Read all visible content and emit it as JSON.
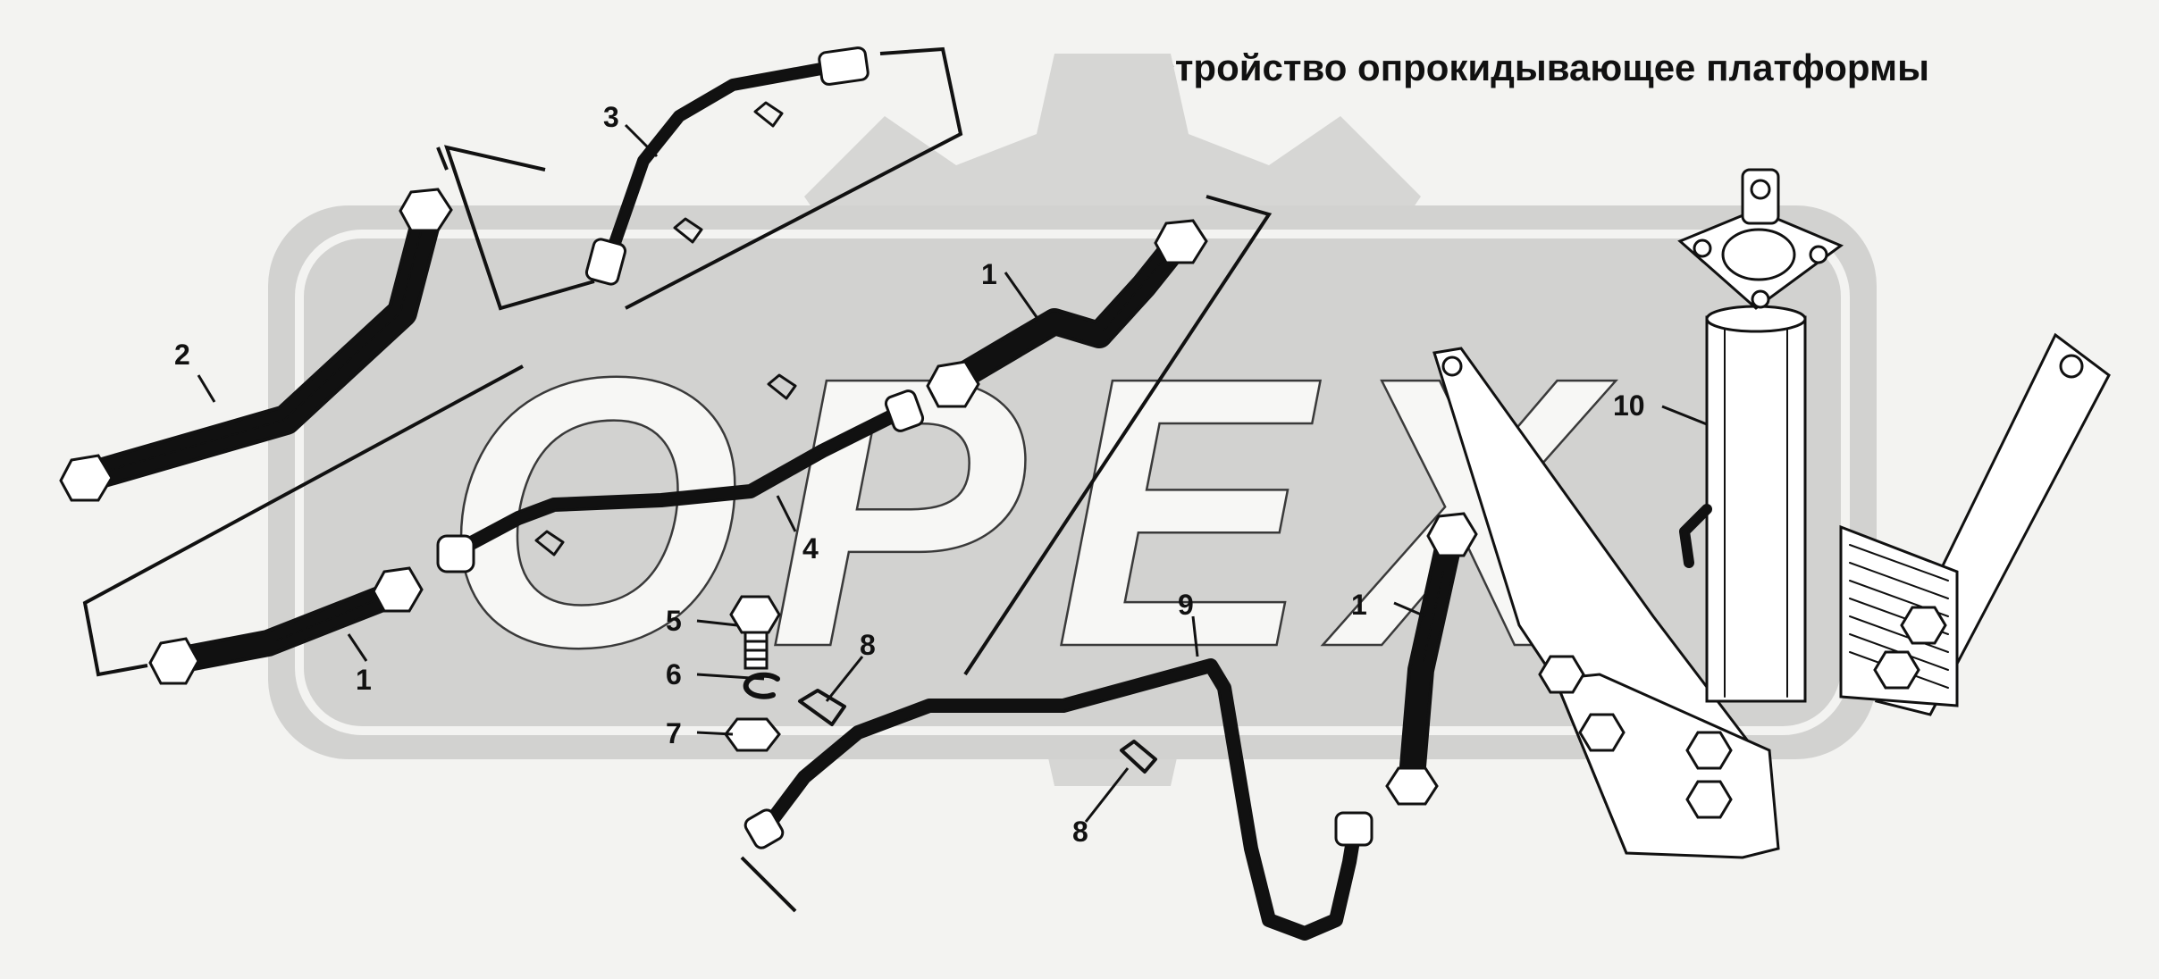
{
  "title": "Устройство опрокидывающее платформы",
  "watermark": {
    "text": [
      "O",
      "P",
      "E",
      "X"
    ]
  },
  "colors": {
    "background": "#f3f3f1",
    "watermark_gear": "#d6d6d4",
    "ink": "#111111"
  },
  "callouts": [
    {
      "id": "label-1a",
      "text": "1"
    },
    {
      "id": "label-1b",
      "text": "1"
    },
    {
      "id": "label-1c",
      "text": "1"
    },
    {
      "id": "label-2",
      "text": "2"
    },
    {
      "id": "label-3",
      "text": "3"
    },
    {
      "id": "label-4",
      "text": "4"
    },
    {
      "id": "label-5",
      "text": "5"
    },
    {
      "id": "label-6",
      "text": "6"
    },
    {
      "id": "label-7",
      "text": "7"
    },
    {
      "id": "label-8a",
      "text": "8"
    },
    {
      "id": "label-8b",
      "text": "8"
    },
    {
      "id": "label-9",
      "text": "9"
    },
    {
      "id": "label-10",
      "text": "10"
    }
  ]
}
